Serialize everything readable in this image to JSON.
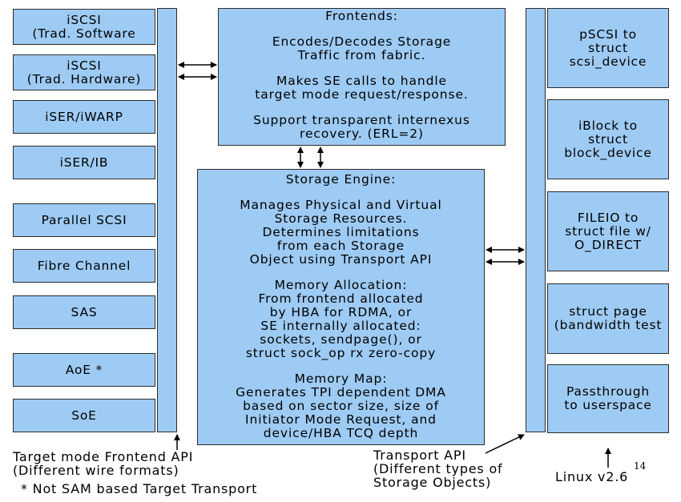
{
  "left_boxes": [
    {
      "lines": [
        "iSCSI",
        "(Trad. Software"
      ]
    },
    {
      "lines": [
        "iSCSI",
        "(Trad. Hardware)"
      ]
    },
    {
      "lines": [
        "iSER/iWARP"
      ]
    },
    {
      "lines": [
        "iSER/IB"
      ]
    },
    {
      "lines": [
        "Parallel SCSI"
      ]
    },
    {
      "lines": [
        "Fibre Channel"
      ]
    },
    {
      "lines": [
        "SAS"
      ]
    },
    {
      "lines": [
        "AoE *"
      ]
    },
    {
      "lines": [
        "SoE"
      ]
    }
  ],
  "frontends": {
    "title": "Frontends:",
    "paragraphs": [
      [
        "Encodes/Decodes Storage",
        "Traffic from fabric."
      ],
      [
        "Makes SE calls to handle",
        "target mode request/response."
      ],
      [
        "Support transparent internexus",
        "recovery. (ERL=2)"
      ]
    ]
  },
  "storage_engine": {
    "title": "Storage Engine:",
    "paragraphs": [
      [
        "Manages Physical and Virtual",
        "Storage Resources.",
        "Determines limitations",
        "from each Storage",
        "Object using Transport API"
      ],
      [
        "Memory Allocation:",
        "From frontend allocated",
        "by HBA for RDMA, or",
        "SE internally allocated:",
        "sockets, sendpage(), or",
        "struct sock_op rx zero-copy"
      ],
      [
        "Memory Map:",
        "Generates TPI dependent DMA",
        "based on sector size, size of",
        "Initiator Mode Request, and",
        "device/HBA TCQ depth"
      ]
    ]
  },
  "right_boxes": [
    {
      "lines": [
        "pSCSI to",
        "struct",
        "scsi_device"
      ]
    },
    {
      "lines": [
        "iBlock to",
        "struct",
        "block_device"
      ]
    },
    {
      "lines": [
        "FILEIO to",
        "struct file w/",
        "O_DIRECT"
      ]
    },
    {
      "lines": [
        "struct page",
        "(bandwidth test"
      ]
    },
    {
      "lines": [
        "Passthrough",
        "to userspace"
      ]
    }
  ],
  "labels": {
    "frontend_api": [
      "Target mode Frontend API",
      "(Different wire formats)"
    ],
    "footnote": "* Not SAM based Target Transport",
    "transport_api": [
      "Transport API",
      "(Different types of",
      "Storage Objects)"
    ],
    "linux": "Linux v2.6",
    "page_number": "14"
  },
  "colors": {
    "box_fill": "#9ecbf4",
    "box_border": "#2c2c2c"
  }
}
